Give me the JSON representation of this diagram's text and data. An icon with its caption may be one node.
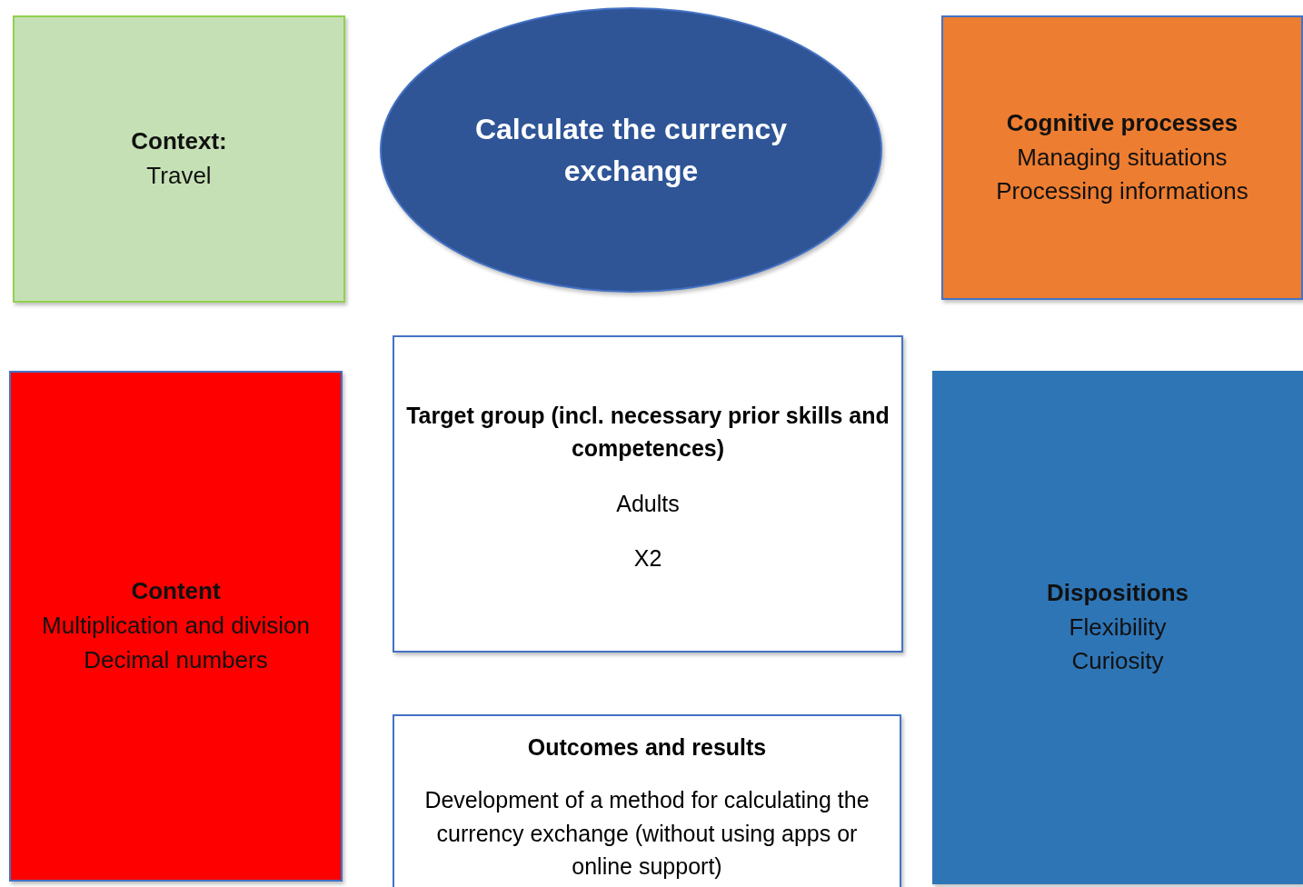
{
  "diagram": {
    "nodes": [
      {
        "text": [
          "Context:",
          "Travel"
        ]
      },
      {
        "text": [
          "Calculate the currency exchange"
        ]
      },
      {
        "text": [
          "Cognitive processes",
          "Managing situations",
          "Processing informations"
        ]
      },
      {
        "text": [
          "Content",
          "Multiplication and division",
          "Decimal numbers"
        ]
      },
      {
        "text": [
          "Target group (incl. necessary prior skills and competences)",
          "Adults",
          "X2"
        ]
      },
      {
        "text": [
          "Dispositions",
          "Flexibility",
          "Curiosity"
        ]
      },
      {
        "text": [
          "Outcomes and results",
          "Development of a method for calculating the currency exchange (without using apps or online support)"
        ]
      }
    ]
  }
}
